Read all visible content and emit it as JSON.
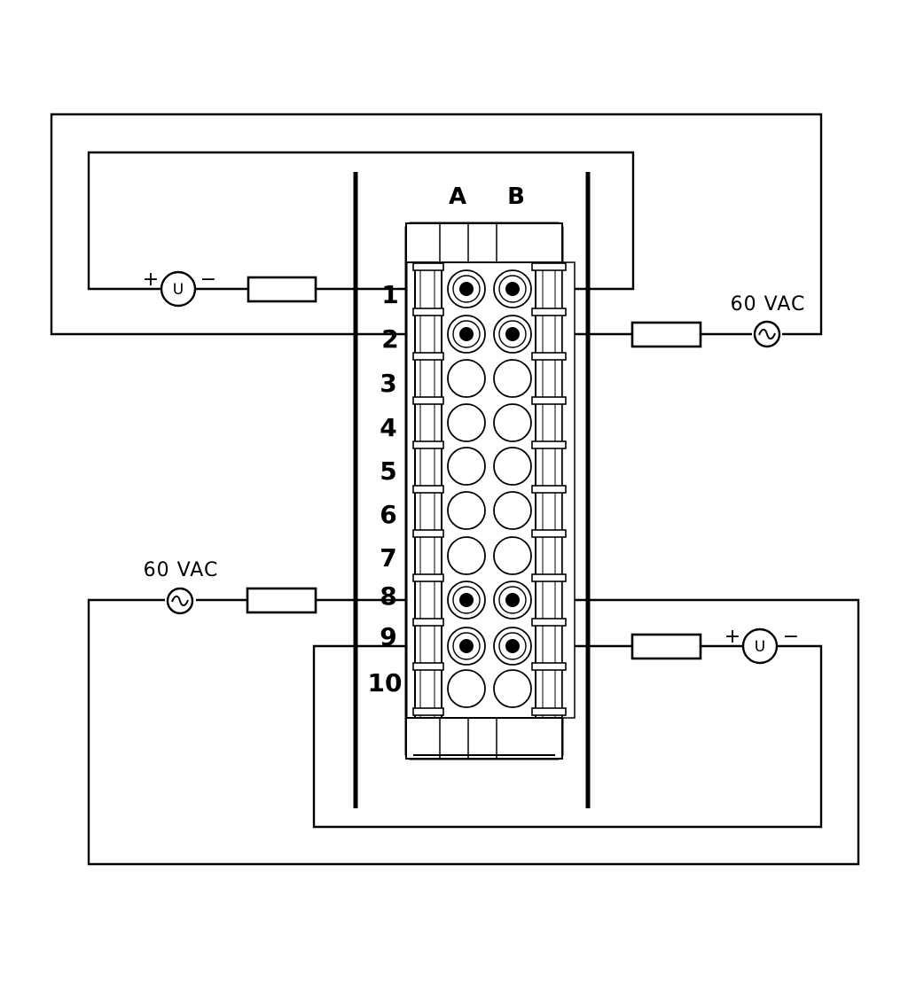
{
  "columns": [
    "A",
    "B"
  ],
  "rows": [
    "1",
    "2",
    "3",
    "4",
    "5",
    "6",
    "7",
    "8",
    "9",
    "10"
  ],
  "wired_rows": [
    "1",
    "2",
    "8",
    "9"
  ],
  "sources": {
    "ac_top": "60 VAC",
    "ac_bottom": "60 VAC",
    "meter_symbol": "U",
    "plus": "+",
    "minus": "−"
  }
}
